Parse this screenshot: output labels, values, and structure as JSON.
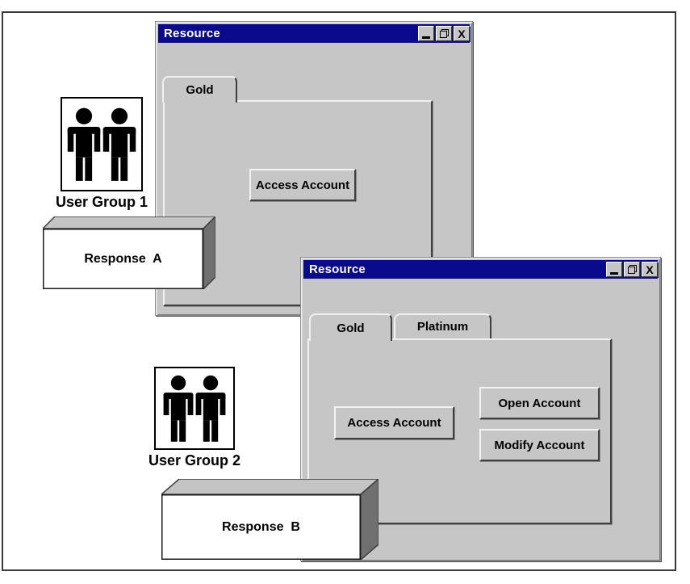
{
  "colors": {
    "title_bar": "#0a0a8c",
    "window_face": "#c6c6c6",
    "box_top_face": "#c4c4c4",
    "box_side_face": "#707070",
    "figure_border": "#3a3a3a"
  },
  "icons": {
    "minimize": "_",
    "restore": "overlapping-windows",
    "close": "X"
  },
  "windows": [
    {
      "title": "Resource",
      "tabs": [
        {
          "label": "Gold"
        }
      ],
      "buttons": [
        {
          "label": "Access Account"
        }
      ]
    },
    {
      "title": "Resource",
      "tabs": [
        {
          "label": "Gold"
        },
        {
          "label": "Platinum"
        }
      ],
      "buttons": [
        {
          "label": "Access Account"
        },
        {
          "label": "Open Account"
        },
        {
          "label": "Modify Account"
        }
      ]
    }
  ],
  "user_groups": [
    {
      "label": "User Group 1"
    },
    {
      "label": "User Group 2"
    }
  ],
  "responses": [
    {
      "label": "Response  A"
    },
    {
      "label": "Response  B"
    }
  ]
}
